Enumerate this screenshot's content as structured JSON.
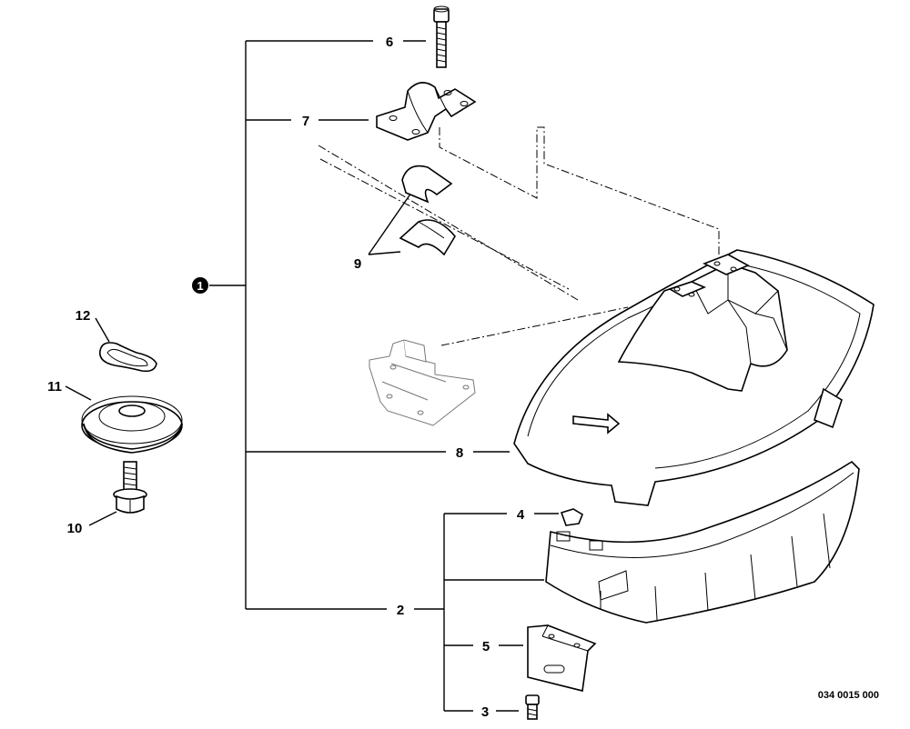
{
  "diagram": {
    "callouts": {
      "c1": "1",
      "c2": "2",
      "c3": "3",
      "c4": "4",
      "c5": "5",
      "c6": "6",
      "c7": "7",
      "c8": "8",
      "c9": "9",
      "c10": "10",
      "c11": "11",
      "c12": "12"
    },
    "drawing_code": "034 0015 000"
  }
}
